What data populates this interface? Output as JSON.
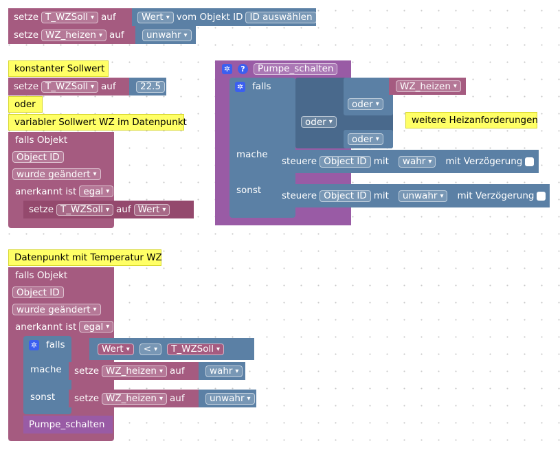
{
  "labels": {
    "set": "setze",
    "to": "auf",
    "of_object": "vom Objekt ID",
    "if_object": "falls Objekt",
    "object_id": "Object ID",
    "changed": "wurde geändert",
    "acknowledged": "anerkannt ist",
    "any": "egal",
    "if": "falls",
    "do": "mache",
    "else": "sonst",
    "or": "oder",
    "control": "steuere",
    "with": "mit",
    "with_delay": "mit Verzögerung",
    "value": "Wert",
    "true": "wahr",
    "false": "unwahr",
    "select_id": "ID auswählen",
    "lt": "<"
  },
  "vars": {
    "t_wzsoll": "T_WZSoll",
    "wz_heizen": "WZ_heizen"
  },
  "comments": {
    "const": "konstanter Sollwert",
    "oder": "oder",
    "variable": "variabler Sollwert WZ im Datenpunkt",
    "temp": "Datenpunkt mit Temperatur WZ",
    "other_heat": "weitere Heizanforderungen"
  },
  "numbers": {
    "setpoint": "22.5"
  },
  "function": {
    "name": "Pumpe_schalten"
  },
  "colors": {
    "variable_block": "#a55b80",
    "logic_block": "#5b80a5",
    "function_block": "#995ba5",
    "comment": "#ffff66",
    "gear": "#3b5ff0"
  }
}
